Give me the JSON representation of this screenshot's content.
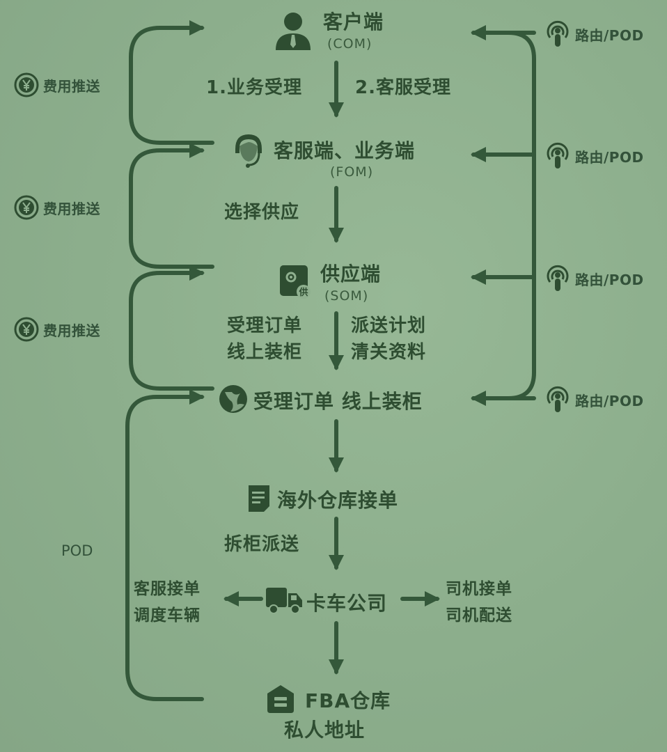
{
  "colors": {
    "background": "#8fb08f",
    "ink": "#2e4d31",
    "line": "#34583a"
  },
  "nodes": {
    "com": {
      "title": "客户端",
      "sub": "(COM)",
      "icon": "user-tie-icon"
    },
    "fom": {
      "title": "客服端、业务端",
      "sub": "(FOM)",
      "icon": "headset-agent-icon"
    },
    "som": {
      "title": "供应端",
      "sub": "(SOM)",
      "icon": "supplier-gear-icon",
      "badge": "供"
    },
    "agent": {
      "title": "受理订单 线上装柜",
      "icon": "globe-icon"
    },
    "warehouse": {
      "title": "海外仓库接单",
      "icon": "document-icon"
    },
    "truck": {
      "title": "卡车公司",
      "icon": "truck-icon"
    },
    "fba": {
      "title": "FBA仓库",
      "sub": "私人地址",
      "icon": "warehouse-icon"
    }
  },
  "edges": {
    "com_fom_left": "1.业务受理",
    "com_fom_right": "2.客服受理",
    "fom_som": "选择供应",
    "som_agent_left": [
      "受理订单",
      "线上装柜"
    ],
    "som_agent_right": [
      "派送计划",
      "清关资料"
    ],
    "warehouse_truck": "拆柜派送",
    "truck_left": [
      "客服接单",
      "调度车辆"
    ],
    "truck_right": [
      "司机接单",
      "司机配送"
    ]
  },
  "left_feedback": {
    "items": [
      {
        "label": "费用推送",
        "icon": "yuan-coin-icon"
      },
      {
        "label": "费用推送",
        "icon": "yuan-coin-icon"
      },
      {
        "label": "费用推送",
        "icon": "yuan-coin-icon"
      }
    ],
    "pod_label": "POD"
  },
  "right_feedback": {
    "items": [
      {
        "label": "路由/POD",
        "icon": "broadcast-icon"
      },
      {
        "label": "路由/POD",
        "icon": "broadcast-icon"
      },
      {
        "label": "路由/POD",
        "icon": "broadcast-icon"
      },
      {
        "label": "路由/POD",
        "icon": "broadcast-icon"
      }
    ]
  }
}
